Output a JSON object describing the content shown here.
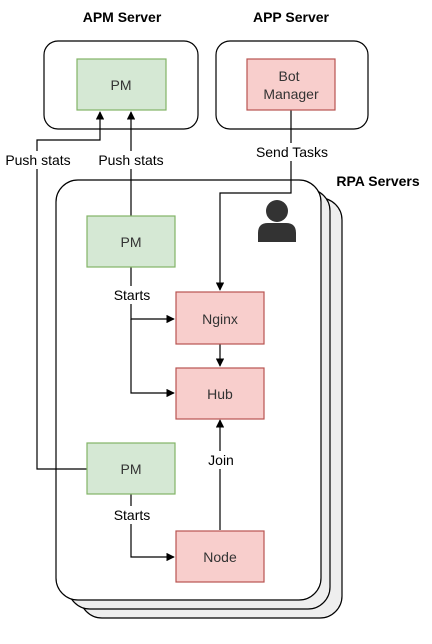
{
  "colors": {
    "green_fill": "#d5e8d4",
    "green_stroke": "#82b366",
    "red_fill": "#f8cecc",
    "red_stroke": "#b85450",
    "container_fill": "#ffffff",
    "stack_fill": "#eeeeee",
    "text": "#333333",
    "line": "#000000"
  },
  "containers": {
    "apm_title": "APM Server",
    "app_title": "APP Server",
    "rpa_title": "RPA Servers"
  },
  "nodes": {
    "apm_pm": "PM",
    "bot_manager_line1": "Bot",
    "bot_manager_line2": "Manager",
    "rpa_pm_top": "PM",
    "nginx": "Nginx",
    "hub": "Hub",
    "rpa_pm_bottom": "PM",
    "node": "Node"
  },
  "edge_labels": {
    "push_stats_left": "Push stats",
    "push_stats_center": "Push stats",
    "send_tasks": "Send Tasks",
    "starts_top": "Starts",
    "join": "Join",
    "starts_bottom": "Starts"
  },
  "icons": {
    "user": "user-icon"
  }
}
